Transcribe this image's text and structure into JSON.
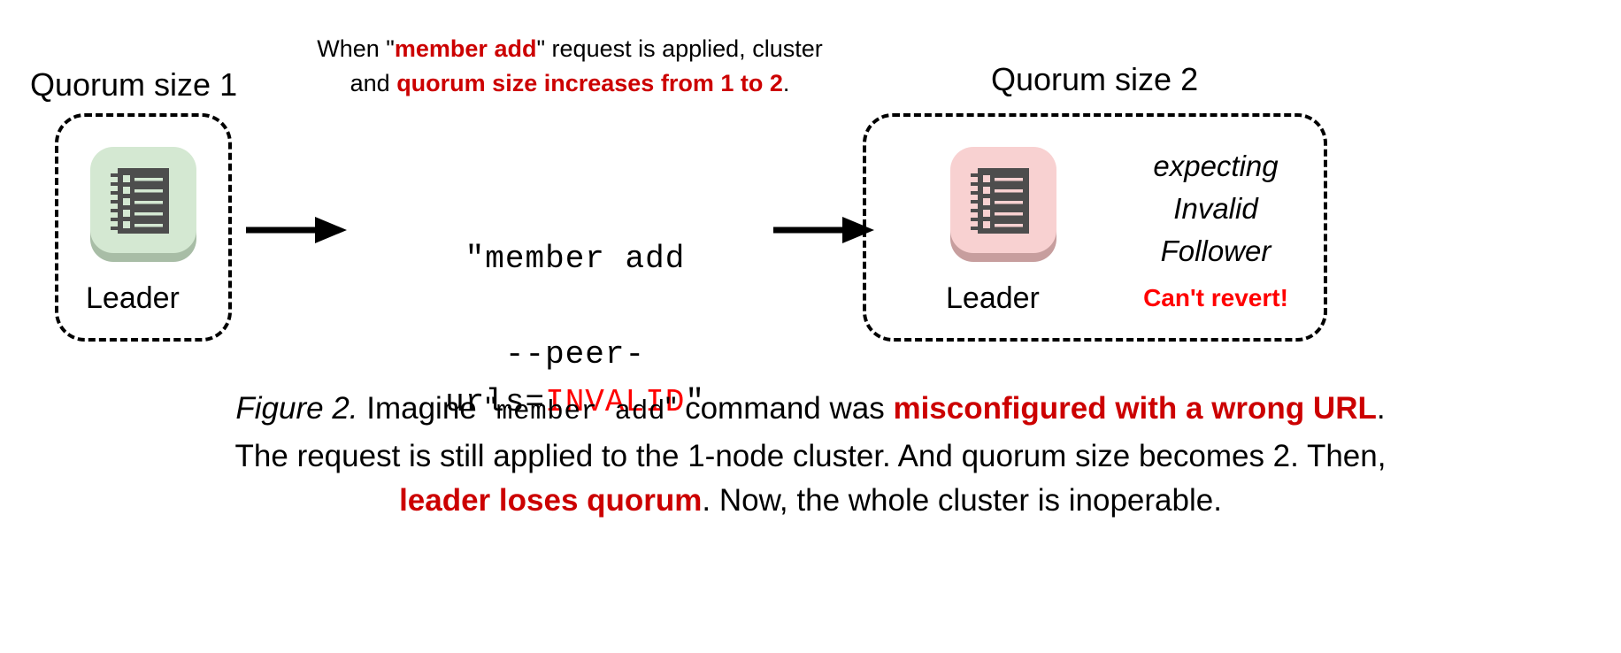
{
  "figure": {
    "colors": {
      "accent_red": "#cc0000",
      "bright_red": "#ff0000",
      "leader_ok_tile": "#d4e8d2",
      "leader_ok_shadow": "#a8bda6",
      "leader_bad_tile": "#f8d1d1",
      "leader_bad_shadow": "#c79e9e",
      "icon_body": "#4d4d4d",
      "text": "#000000"
    },
    "left_cluster": {
      "quorum_label": "Quorum size 1",
      "node_role": "Leader",
      "icon_name": "server-icon"
    },
    "right_cluster": {
      "quorum_label": "Quorum size 2",
      "node_role": "Leader",
      "icon_name": "server-icon",
      "status_lines": [
        "expecting",
        "Invalid",
        "Follower"
      ],
      "warning": "Can't revert!"
    },
    "annotation": {
      "line1_a": "When \"",
      "line1_b": "member add",
      "line1_c": "\" request is applied,",
      "line2_a": "cluster and ",
      "line2_b": "quorum size increases",
      "line3_b": "from 1 to 2",
      "line3_c": "."
    },
    "command": {
      "line1": "\"member add",
      "line2_prefix": "--peer-urls=",
      "line2_invalid": "INVALID",
      "line2_suffix": "\""
    },
    "arrows": {
      "arrow_1_name": "flow-arrow-left",
      "arrow_2_name": "flow-arrow-right"
    },
    "caption": {
      "fig_no": "Figure 2.",
      "seg_1": " Imagine \"",
      "mono_1": "member add",
      "seg_2": "\" command was ",
      "hl_1": "misconfigured with a wrong URL",
      "seg_3": ".",
      "line2": "The request is still applied to the 1-node cluster. And quorum size becomes 2. Then,",
      "hl_2": "leader loses quorum",
      "seg_4": ". Now, the whole cluster is inoperable."
    }
  }
}
